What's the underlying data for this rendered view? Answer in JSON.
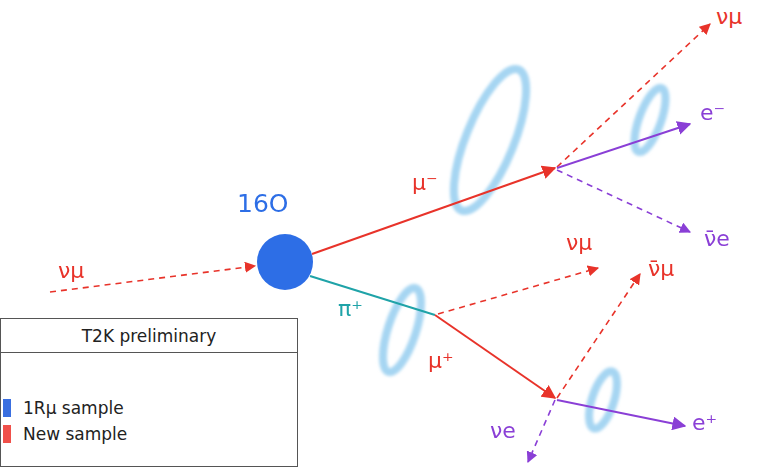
{
  "diagram": {
    "nodes": [
      {
        "text": [
          "16O"
        ]
      }
    ],
    "labels": [
      "νμ",
      "μ⁻",
      "π⁺",
      "νμ",
      "ν̄μ",
      "μ⁺",
      "νμ",
      "e⁻",
      "ν̄e",
      "νe",
      "e⁺",
      "T2K preliminary"
    ],
    "legend": [
      {
        "text": "1Rμ sample",
        "color": "#3a6fe0"
      },
      {
        "text": "New sample",
        "color": "#f0504a"
      }
    ]
  }
}
